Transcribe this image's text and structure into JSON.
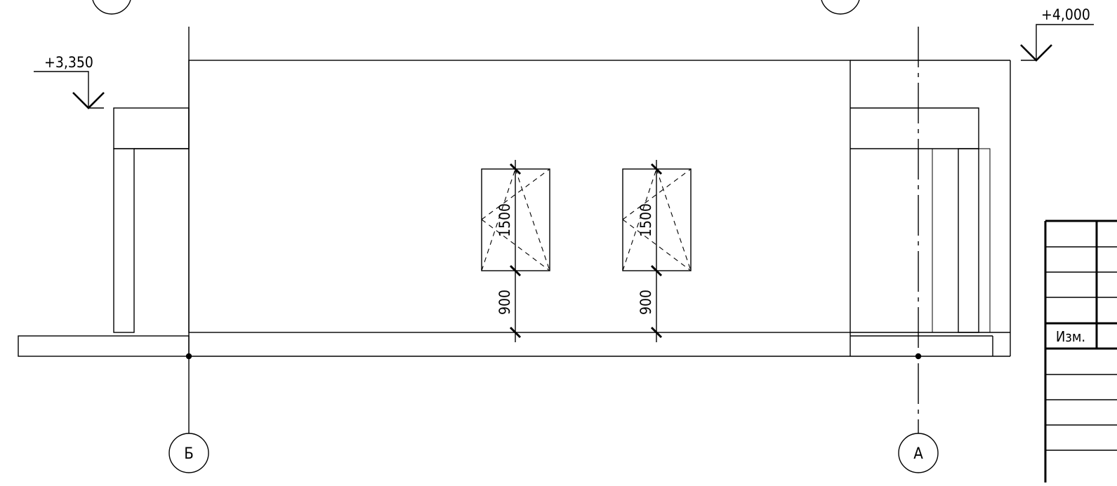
{
  "drawing": {
    "levels": {
      "left": "+3,350",
      "right": "+4,000"
    },
    "axes": {
      "left": "Б",
      "right": "А"
    },
    "windows": [
      {
        "height_dim": "1500",
        "sill_dim": "900"
      },
      {
        "height_dim": "1500",
        "sill_dim": "900"
      }
    ],
    "title_block": {
      "izm": "Изм."
    }
  },
  "colors": {
    "line": "#000000",
    "background": "#ffffff"
  }
}
